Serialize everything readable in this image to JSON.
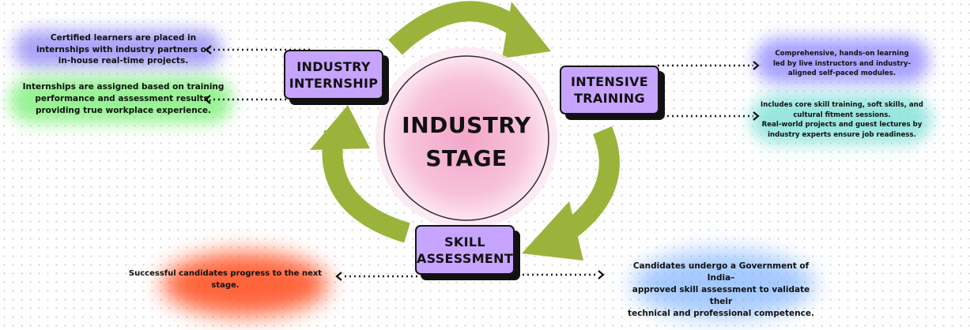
{
  "center": {
    "line1": "INDUSTRY",
    "line2": "STAGE"
  },
  "stages": {
    "internship": {
      "line1": "INDUSTRY",
      "line2": "INTERNSHIP"
    },
    "training": {
      "line1": "INTENSIVE",
      "line2": "TRAINING"
    },
    "assessment": {
      "line1": "SKILL",
      "line2": "ASSESSMENT"
    }
  },
  "notes": {
    "internship_placement": [
      "Certified learners are placed in",
      "internships with industry partners or",
      "in-house real-time projects."
    ],
    "internship_assignment": [
      "Internships are assigned based on training",
      "performance and assessment results,",
      "providing true workplace experience."
    ],
    "training_learning": [
      "Comprehensive, hands-on learning",
      "led by live instructors and industry-",
      "aligned self-paced modules."
    ],
    "training_content": [
      "Includes core skill training, soft skills, and",
      "cultural fitment sessions.",
      "Real-world projects and guest lectures by",
      "industry experts ensure job readiness."
    ],
    "assessment_progress": [
      "Successful candidates progress to the next",
      "stage."
    ],
    "assessment_government": [
      "Candidates undergo a Government of India–",
      "approved skill assessment to validate their",
      "technical and professional competence."
    ]
  },
  "colors": {
    "arrow": "#9cb33b",
    "stage_box": "#c7a4ff",
    "center_circle": "#f6b9d5",
    "blob_blue": "#8f86f5",
    "blob_green": "#7ef07a",
    "blob_purple": "#8b85ff",
    "blob_teal": "#7fe0d8",
    "blob_orange": "#ff4a1a",
    "blob_lightblue": "#6aa6ff"
  }
}
